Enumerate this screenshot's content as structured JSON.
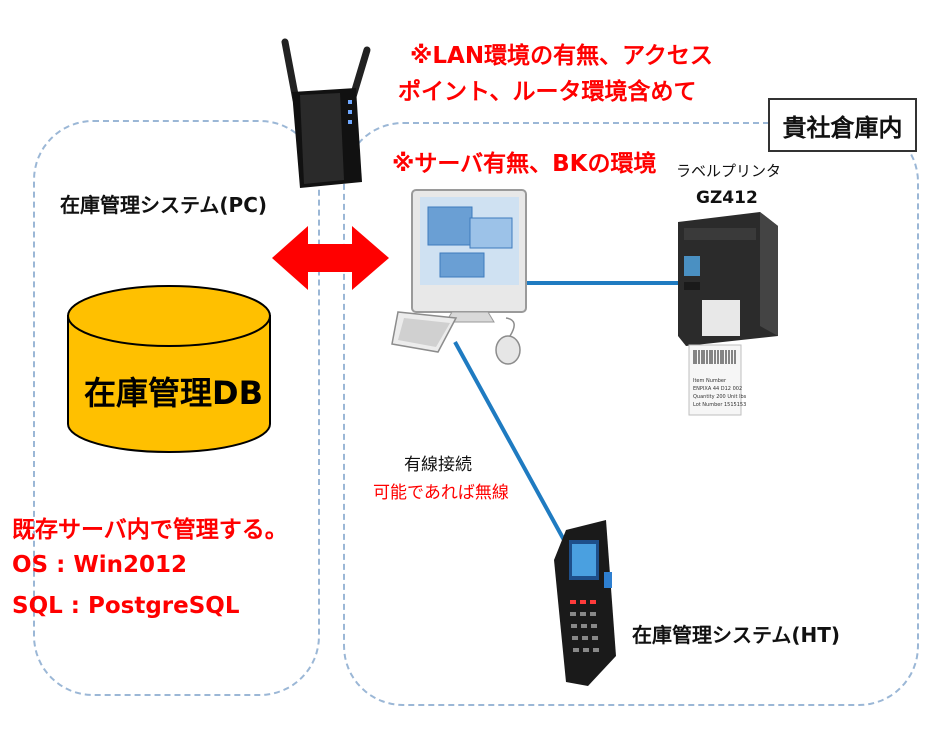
{
  "notes": {
    "lan_line1": "※LAN環境の有無、アクセス",
    "lan_line2": "ポイント、ルータ環境含めて",
    "server_bk": "※サーバ有無、BKの環境"
  },
  "warehouse": {
    "title": "貴社倉庫内"
  },
  "pc_system": {
    "label": "在庫管理システム(PC)",
    "db_label": "在庫管理DB",
    "server_note": "既存サーバ内で管理する。",
    "os": "OS : Win2012",
    "sql": "SQL : PostgreSQL"
  },
  "printer": {
    "label": "ラベルプリンタ",
    "model": "GZ412",
    "label_paper": {
      "line1": "Item Number",
      "line2": "ENPIXA 44 D12 002",
      "line3": "Quantity 200    Unit lbs",
      "line4": "Lot Number 1515153"
    }
  },
  "connection": {
    "wired": "有線接続",
    "wireless": "可能であれば無線"
  },
  "handheld": {
    "label": "在庫管理システム(HT)"
  },
  "colors": {
    "dashed_border": "#9bb7d6",
    "arrow": "#ff0000",
    "line": "#1f7bc1",
    "db_fill": "#ffc000",
    "note_red": "#ff0000"
  }
}
